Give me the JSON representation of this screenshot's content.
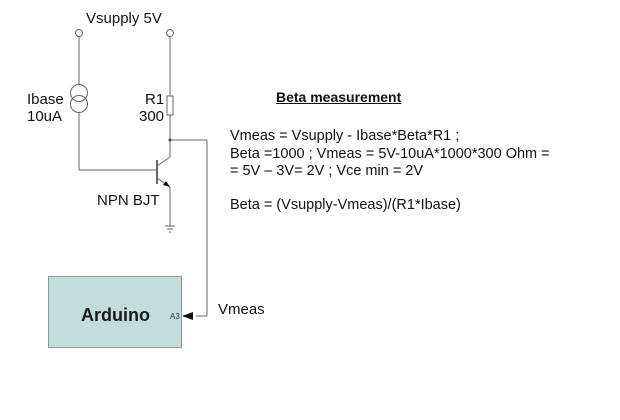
{
  "supply_label": "Vsupply 5V",
  "current_source": {
    "name": "Ibase",
    "value": "10uA"
  },
  "resistor": {
    "name": "R1",
    "value": "300"
  },
  "transistor_label": "NPN BJT",
  "arduino": {
    "label": "Arduino",
    "pin": "A3",
    "fill_color": "#c3dcdc"
  },
  "signal_label": "Vmeas",
  "notes": {
    "title": "Beta measurement",
    "lines": [
      "Vmeas = Vsupply - Ibase*Beta*R1 ;",
      "Beta =1000 ;  Vmeas = 5V-10uA*1000*300 Ohm =",
      "= 5V – 3V= 2V ; Vce min = 2V",
      "Beta = (Vsupply-Vmeas)/(R1*Ibase)"
    ]
  }
}
